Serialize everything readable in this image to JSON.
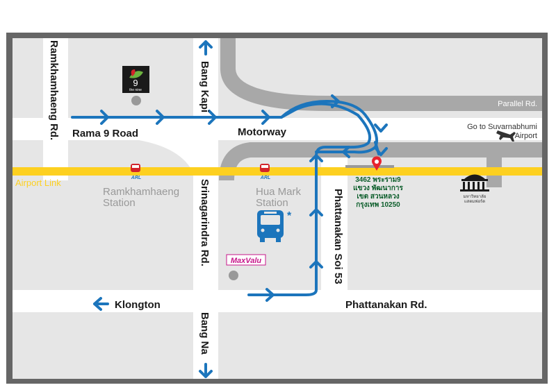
{
  "roads": {
    "rama9": "Rama 9 Road",
    "motorway": "Motorway",
    "ramkhamhaeng": "Ramkhamhaeng Rd.",
    "bang_kapi": "Bang Kapi",
    "srinagarindra": "Srinagarindra Rd.",
    "bang_na": "Bang Na",
    "phattanakan_soi": "Phattanakan Soi 53",
    "phattanakan_rd": "Phattanakan Rd.",
    "klongton": "Klongton",
    "parallel": "Parallel Rd.",
    "suvarnabhumi_line1": "Go to Suvarnabhumi",
    "suvarnabhumi_line2": "Airport"
  },
  "rail": {
    "line_name": "Airport Link",
    "station1_line1": "Ramkhamhaeng",
    "station1_line2": "Station",
    "station2_line1": "Hua Mark",
    "station2_line2": "Station",
    "arl_badge": "ARL"
  },
  "destination": {
    "line1": "3462 พระราม9",
    "line2": "แขวง พัฒนาการ",
    "line3": "เขต สวนหลวง",
    "line4": "กรุงเทพ 10250"
  },
  "landmarks": {
    "the_nine": "the nine",
    "the_nine_num": "9",
    "maxvalu": "MaxValu",
    "university_line1": "มหาวิทยาลัย",
    "university_line2": "แสตมฟอร์ด",
    "bus_marker": "*"
  },
  "colors": {
    "frame": "#666666",
    "background": "#e6e6e6",
    "road": "#ffffff",
    "expressway": "#a8a8a8",
    "rail": "#fdd020",
    "route": "#1c75bc",
    "pin": "#e8232e",
    "address_text": "#0b5d2a"
  }
}
